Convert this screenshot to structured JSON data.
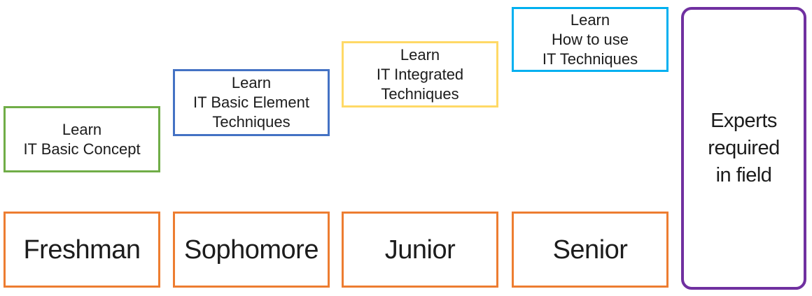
{
  "diagram": {
    "background_color": "#ffffff",
    "text_color": "#1c1c1c",
    "stage_border_color": "#ED7D31",
    "steps": [
      {
        "stage_label": "Freshman",
        "learn_text": "Learn\nIT Basic Concept",
        "learn_border_color": "#70AD47"
      },
      {
        "stage_label": "Sophomore",
        "learn_text": "Learn\nIT Basic Element\nTechniques",
        "learn_border_color": "#4472C4"
      },
      {
        "stage_label": "Junior",
        "learn_text": "Learn\nIT Integrated\nTechniques",
        "learn_border_color": "#FFD966"
      },
      {
        "stage_label": "Senior",
        "learn_text": "Learn\nHow to use\nIT Techniques",
        "learn_border_color": "#00B0F0"
      }
    ],
    "goal": {
      "text": "Experts\nrequired\nin field",
      "border_color": "#7030A0"
    }
  }
}
